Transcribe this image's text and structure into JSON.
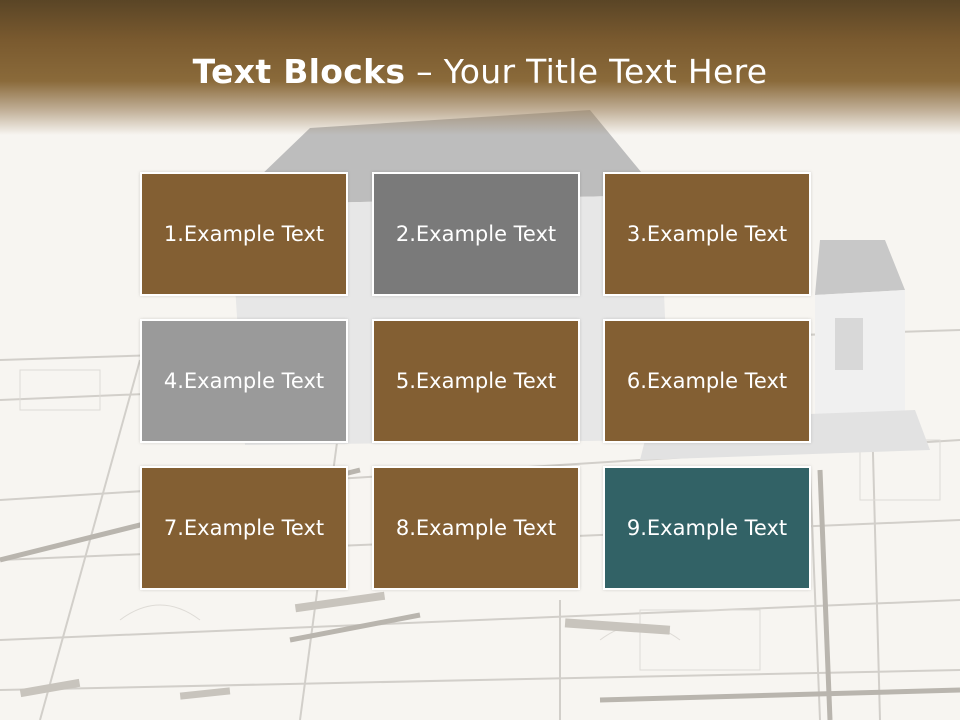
{
  "slide": {
    "title_bold": "Text Blocks",
    "title_sep": " – ",
    "title_rest": "Your Title Text Here"
  },
  "colors": {
    "brown": "#835f33",
    "gray_dark": "#7a7a7a",
    "gray_light": "#9a9a9a",
    "teal": "#326266"
  },
  "blocks": [
    {
      "label": "1.Example Text",
      "color": "#835f33"
    },
    {
      "label": "2.Example Text",
      "color": "#7a7a7a"
    },
    {
      "label": "3.Example Text",
      "color": "#835f33"
    },
    {
      "label": "4.Example Text",
      "color": "#9a9a9a"
    },
    {
      "label": "5.Example Text",
      "color": "#835f33"
    },
    {
      "label": "6.Example Text",
      "color": "#835f33"
    },
    {
      "label": "7.Example Text",
      "color": "#835f33"
    },
    {
      "label": "8.Example Text",
      "color": "#835f33"
    },
    {
      "label": "9.Example Text",
      "color": "#326266"
    }
  ]
}
